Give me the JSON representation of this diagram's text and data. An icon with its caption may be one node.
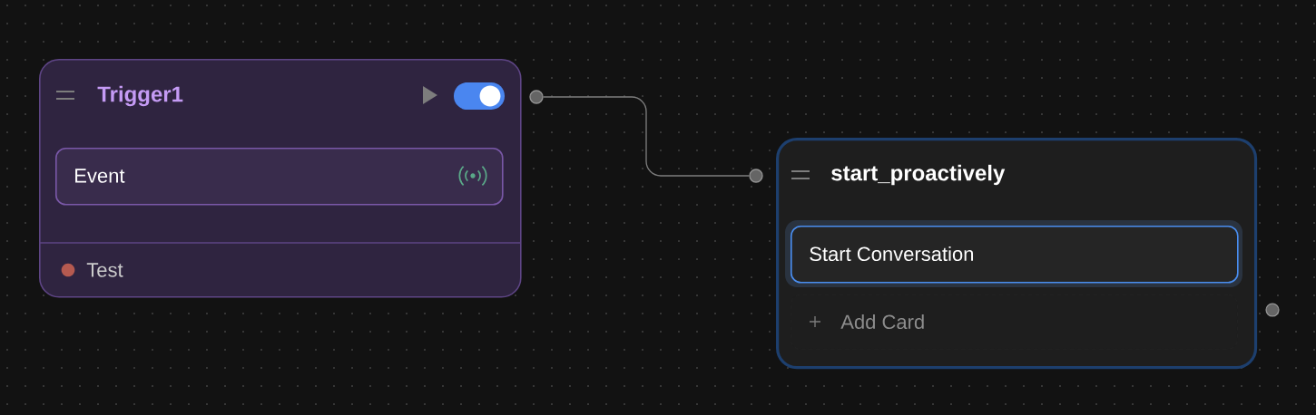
{
  "diagram": {
    "nodes": [
      {
        "text": [
          "Trigger1",
          "Test"
        ]
      },
      {
        "text": [
          "Event"
        ],
        "in": 0
      },
      {
        "text": [],
        "shape": "circle"
      },
      {
        "text": [],
        "shape": "circle"
      },
      {
        "text": [
          "start_proactively"
        ]
      },
      {
        "text": [
          "Start Conversation"
        ],
        "in": 4
      },
      {
        "text": [
          "Add Card"
        ],
        "in": 4
      }
    ],
    "edges": [
      {
        "from": 2,
        "to": 3,
        "arrow": "none"
      }
    ]
  }
}
